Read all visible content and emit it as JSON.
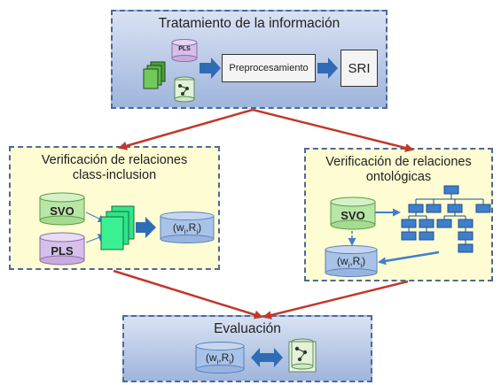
{
  "top": {
    "title": "Tratamiento de la información",
    "pls_label": "PLS",
    "preprocess_label": "Preprocesamiento",
    "sri_label": "SRI"
  },
  "left": {
    "title_line1": "Verificación de relaciones",
    "title_line2": "class-inclusion",
    "svo_label": "SVO",
    "pls_label": "PLS",
    "wr_w": "w",
    "wr_i1": "i",
    "wr_r": "R",
    "wr_i2": "i"
  },
  "right": {
    "title_line1": "Verificación de relaciones",
    "title_line2": "ontológicas",
    "svo_label": "SVO",
    "wr_w": "w",
    "wr_i1": "i",
    "wr_r": "R",
    "wr_i2": "i"
  },
  "bottom": {
    "title": "Evaluación",
    "wr_w": "w",
    "wr_i1": "i",
    "wr_r": "R",
    "wr_i2": "i"
  },
  "colors": {
    "panel_blue": "#b9c9e6",
    "panel_yellow": "#fdfcd2",
    "flow_arrow": "#c0392b",
    "block_arrow": "#2e6cb5",
    "svo_cylinder": "#b8e6a6",
    "pls_cylinder": "#d6bfe8",
    "wr_cylinder": "#a9c3e8",
    "doc_stack": "#2fe58a"
  }
}
